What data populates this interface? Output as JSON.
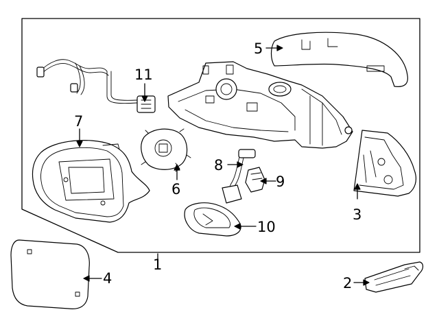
{
  "callouts": {
    "c1": "1",
    "c2": "2",
    "c3": "3",
    "c4": "4",
    "c5": "5",
    "c6": "6",
    "c7": "7",
    "c8": "8",
    "c9": "9",
    "c10": "10",
    "c11": "11"
  },
  "parts": [
    "mirror-assembly-boundary",
    "side-marker-lamp",
    "turn-signal-lamp",
    "mirror-glass",
    "mirror-cover-cap",
    "actuator-motor",
    "mirror-housing-frame",
    "wire-harness-connector",
    "connector",
    "base-gasket",
    "wiring-harness"
  ]
}
